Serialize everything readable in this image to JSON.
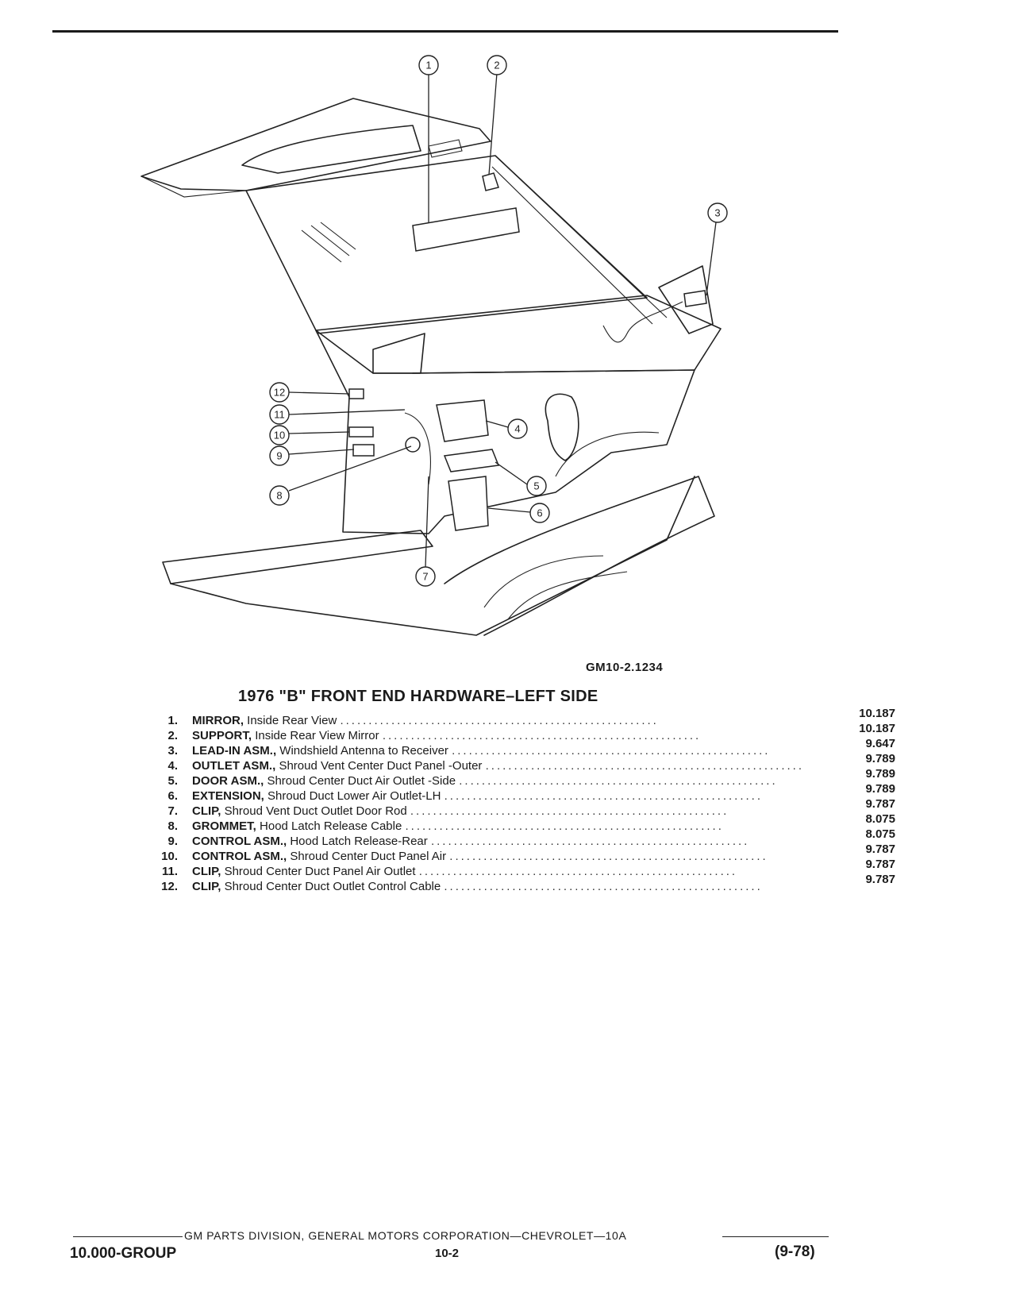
{
  "figure": {
    "id": "GM10-2.1234",
    "callouts": [
      "1",
      "2",
      "3",
      "4",
      "5",
      "6",
      "7",
      "8",
      "9",
      "10",
      "11",
      "12"
    ]
  },
  "title": "1976 \"B\" FRONT END HARDWARE–LEFT SIDE",
  "parts": [
    {
      "num": "1.",
      "name": "MIRROR,",
      "desc": "Inside Rear View",
      "value": "10.187"
    },
    {
      "num": "2.",
      "name": "SUPPORT,",
      "desc": "Inside Rear View Mirror",
      "value": "10.187"
    },
    {
      "num": "3.",
      "name": "LEAD-IN ASM.,",
      "desc": "Windshield Antenna to Receiver",
      "value": "9.647"
    },
    {
      "num": "4.",
      "name": "OUTLET ASM.,",
      "desc": "Shroud Vent Center Duct Panel -Outer",
      "value": "9.789"
    },
    {
      "num": "5.",
      "name": "DOOR ASM.,",
      "desc": "Shroud Center Duct Air Outlet -Side",
      "value": "9.789"
    },
    {
      "num": "6.",
      "name": "EXTENSION,",
      "desc": "Shroud Duct Lower Air Outlet-LH",
      "value": "9.789"
    },
    {
      "num": "7.",
      "name": "CLIP,",
      "desc": "Shroud Vent Duct Outlet Door Rod",
      "value": "9.787"
    },
    {
      "num": "8.",
      "name": "GROMMET,",
      "desc": "Hood Latch Release Cable",
      "value": "8.075"
    },
    {
      "num": "9.",
      "name": "CONTROL ASM.,",
      "desc": "Hood Latch Release-Rear",
      "value": "8.075"
    },
    {
      "num": "10.",
      "name": "CONTROL ASM.,",
      "desc": "Shroud Center Duct Panel Air",
      "value": "9.787"
    },
    {
      "num": "11.",
      "name": "CLIP,",
      "desc": "Shroud Center Duct Panel Air Outlet",
      "value": "9.787"
    },
    {
      "num": "12.",
      "name": "CLIP,",
      "desc": "Shroud Center Duct Outlet Control Cable",
      "value": "9.787"
    }
  ],
  "footer": {
    "publisher": "GM PARTS DIVISION, GENERAL MOTORS CORPORATION—CHEVROLET—10A",
    "group": "10.000-GROUP",
    "page": "10-2",
    "date": "(9-78)"
  }
}
